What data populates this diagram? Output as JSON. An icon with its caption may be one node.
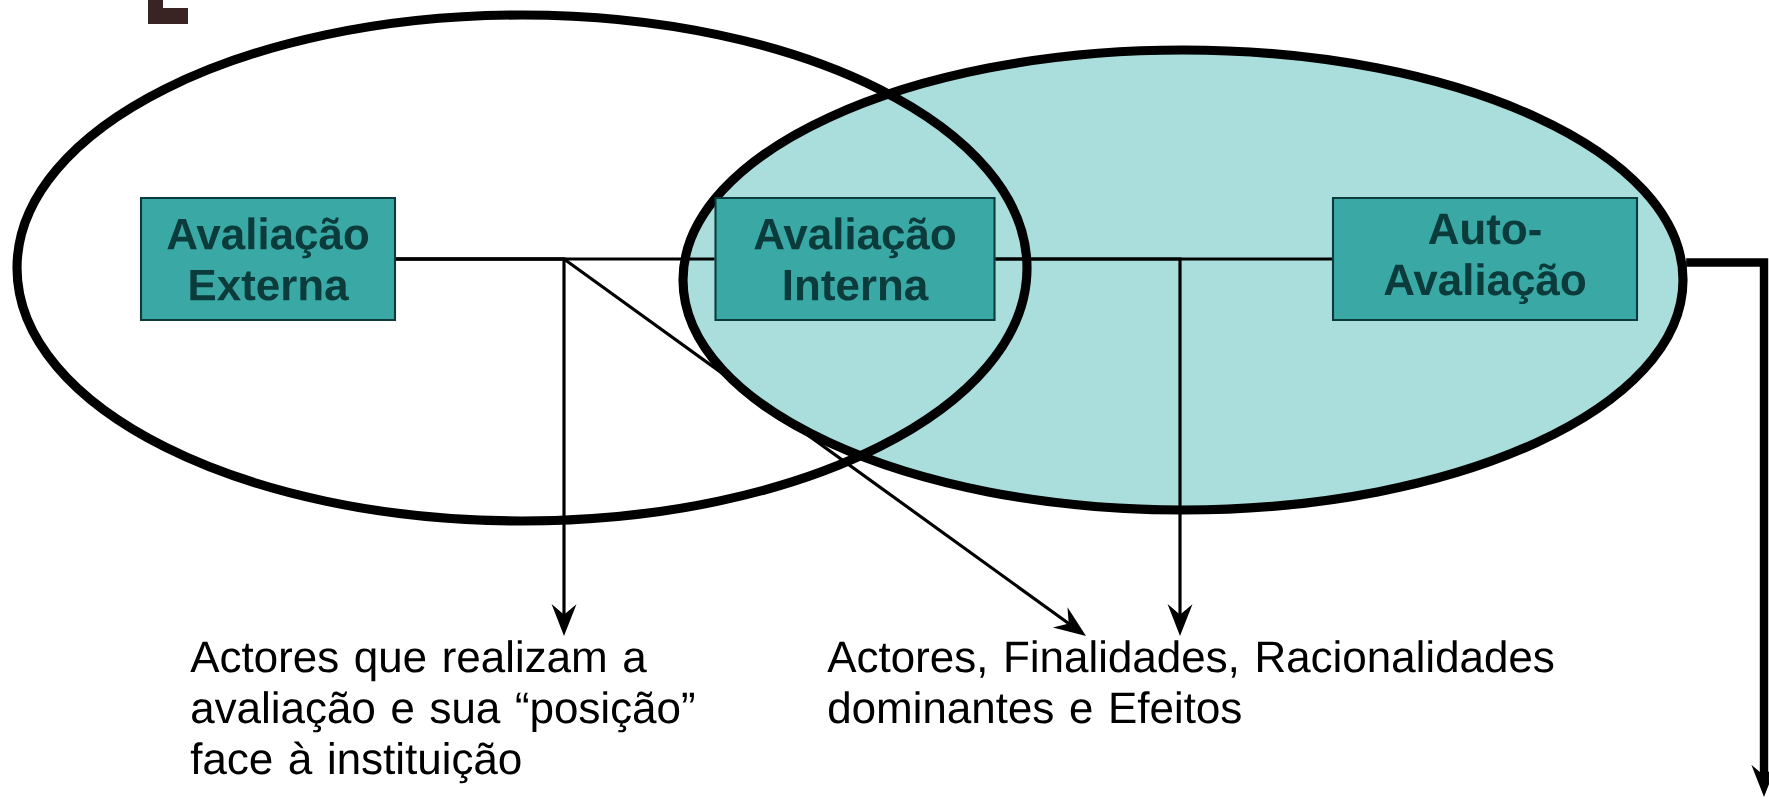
{
  "diagram": {
    "nodes": [
      {
        "text": [],
        "shape": "ellipse"
      },
      {
        "text": [
          "Avaliação Externa"
        ],
        "in": 0
      },
      {
        "text": [],
        "shape": "ellipse"
      },
      {
        "text": [
          "Avaliação Interna"
        ]
      },
      {
        "text": [
          "Auto-Avaliação"
        ],
        "in": 2
      },
      {
        "text": [
          "Actores que realizam a avaliação e sua “posição” face à instituição"
        ]
      },
      {
        "text": [
          "Actores, Finalidades, Racionalidades dominantes e Efeitos"
        ]
      }
    ],
    "edges": [
      {
        "from": 1,
        "to": 3,
        "arrow": "none"
      },
      {
        "from": 1,
        "to": 5,
        "arrow": "to"
      },
      {
        "from": 1,
        "to": 6,
        "arrow": "to"
      },
      {
        "from": 3,
        "to": 4,
        "arrow": "none"
      },
      {
        "from": 3,
        "to": 6,
        "arrow": "to"
      },
      {
        "from": 2,
        "to": null,
        "arrow": "to",
        "style": "thick"
      }
    ]
  }
}
